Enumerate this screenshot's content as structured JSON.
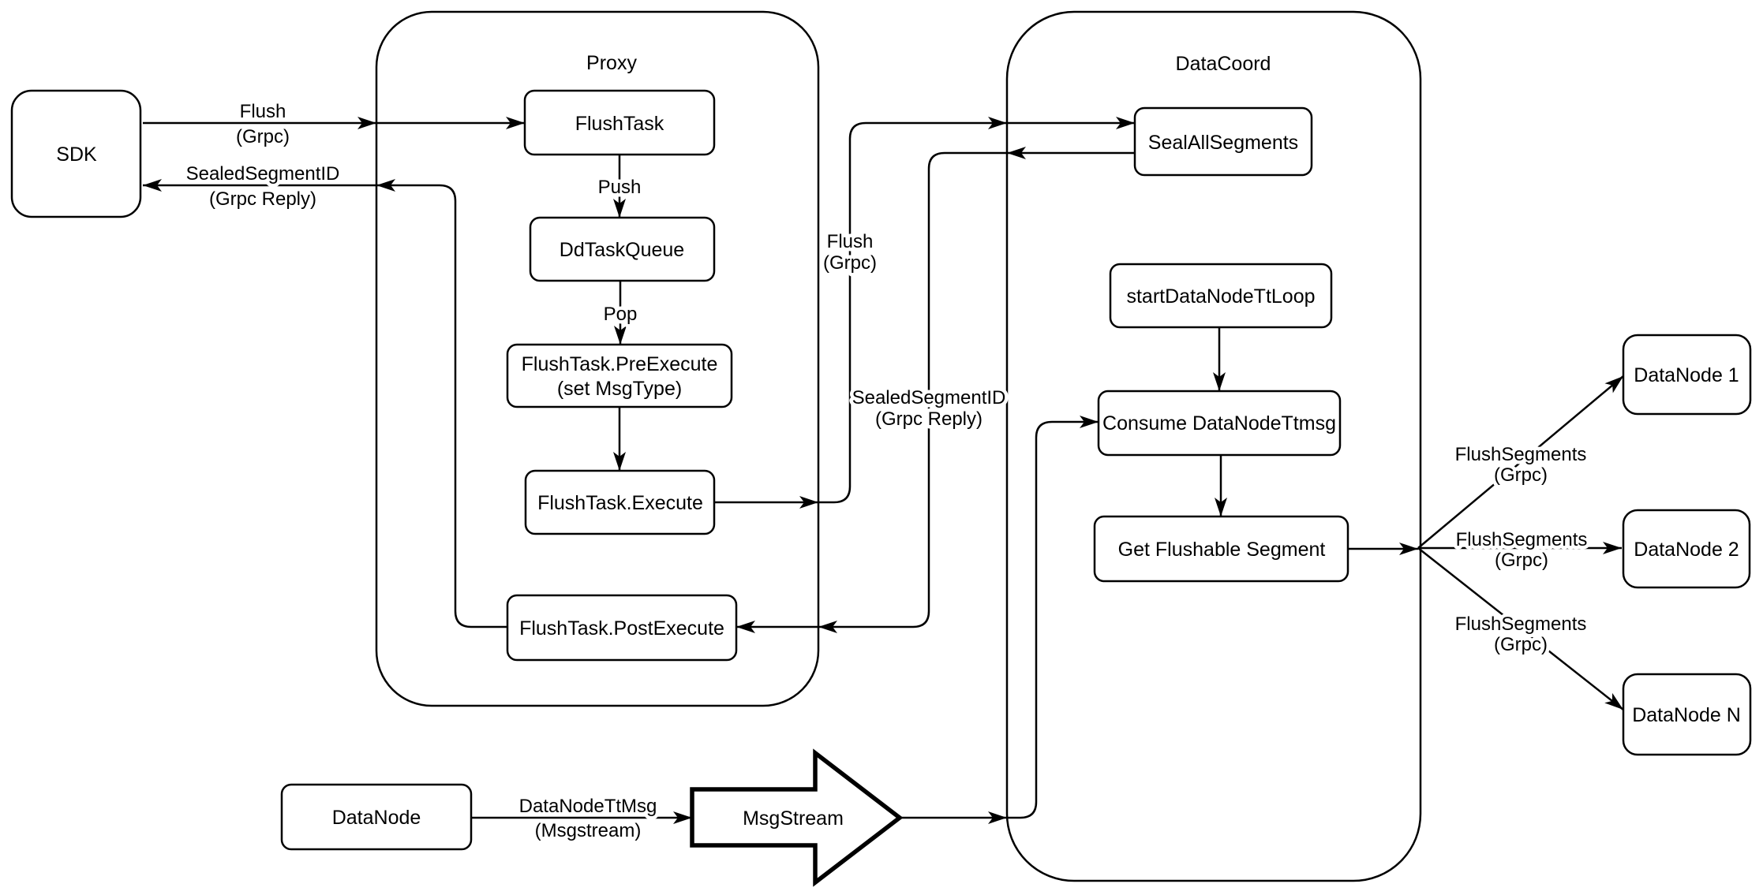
{
  "colors": {
    "stroke": "#000000",
    "node_fill": "#ffffff",
    "background": "#ffffff"
  },
  "containers": {
    "proxy": {
      "title": "Proxy"
    },
    "datacoord": {
      "title": "DataCoord"
    }
  },
  "nodes": {
    "sdk": {
      "label": "SDK"
    },
    "flush_task": {
      "label": "FlushTask"
    },
    "dd_task_queue": {
      "label": "DdTaskQueue"
    },
    "flush_task_pre_execute": {
      "line1": "FlushTask.PreExecute",
      "line2": "(set MsgType)"
    },
    "flush_task_execute": {
      "label": "FlushTask.Execute"
    },
    "flush_task_post_execute": {
      "label": "FlushTask.PostExecute"
    },
    "seal_all_segments": {
      "label": "SealAllSegments"
    },
    "start_datanode_tt_loop": {
      "label": "startDataNodeTtLoop"
    },
    "consume_datanode_ttmsg": {
      "label": "Consume DataNodeTtmsg"
    },
    "get_flushable_segment": {
      "label": "Get Flushable Segment"
    },
    "datanode_1": {
      "label": "DataNode 1"
    },
    "datanode_2": {
      "label": "DataNode 2"
    },
    "datanode_n": {
      "label": "DataNode N"
    },
    "datanode": {
      "label": "DataNode"
    },
    "msgstream": {
      "label": "MsgStream"
    }
  },
  "edge_labels": {
    "flush_sdk_proxy": {
      "line1": "Flush",
      "line2": "(Grpc)"
    },
    "sealed_reply_to_sdk": {
      "line1": "SealedSegmentID",
      "line2": "(Grpc Reply)"
    },
    "push": {
      "label": "Push"
    },
    "pop": {
      "label": "Pop"
    },
    "flush_proxy_datacoord": {
      "line1": "Flush",
      "line2": "(Grpc)"
    },
    "sealed_reply_to_proxy": {
      "line1": "SealedSegmentID",
      "line2": "(Grpc Reply)"
    },
    "flush_segments_1": {
      "line1": "FlushSegments",
      "line2": "(Grpc)"
    },
    "flush_segments_2": {
      "line1": "FlushSegments",
      "line2": "(Grpc)"
    },
    "flush_segments_3": {
      "line1": "FlushSegments",
      "line2": "(Grpc)"
    },
    "datanode_ttmsg": {
      "line1": "DataNodeTtMsg",
      "line2": "(Msgstream)"
    }
  }
}
